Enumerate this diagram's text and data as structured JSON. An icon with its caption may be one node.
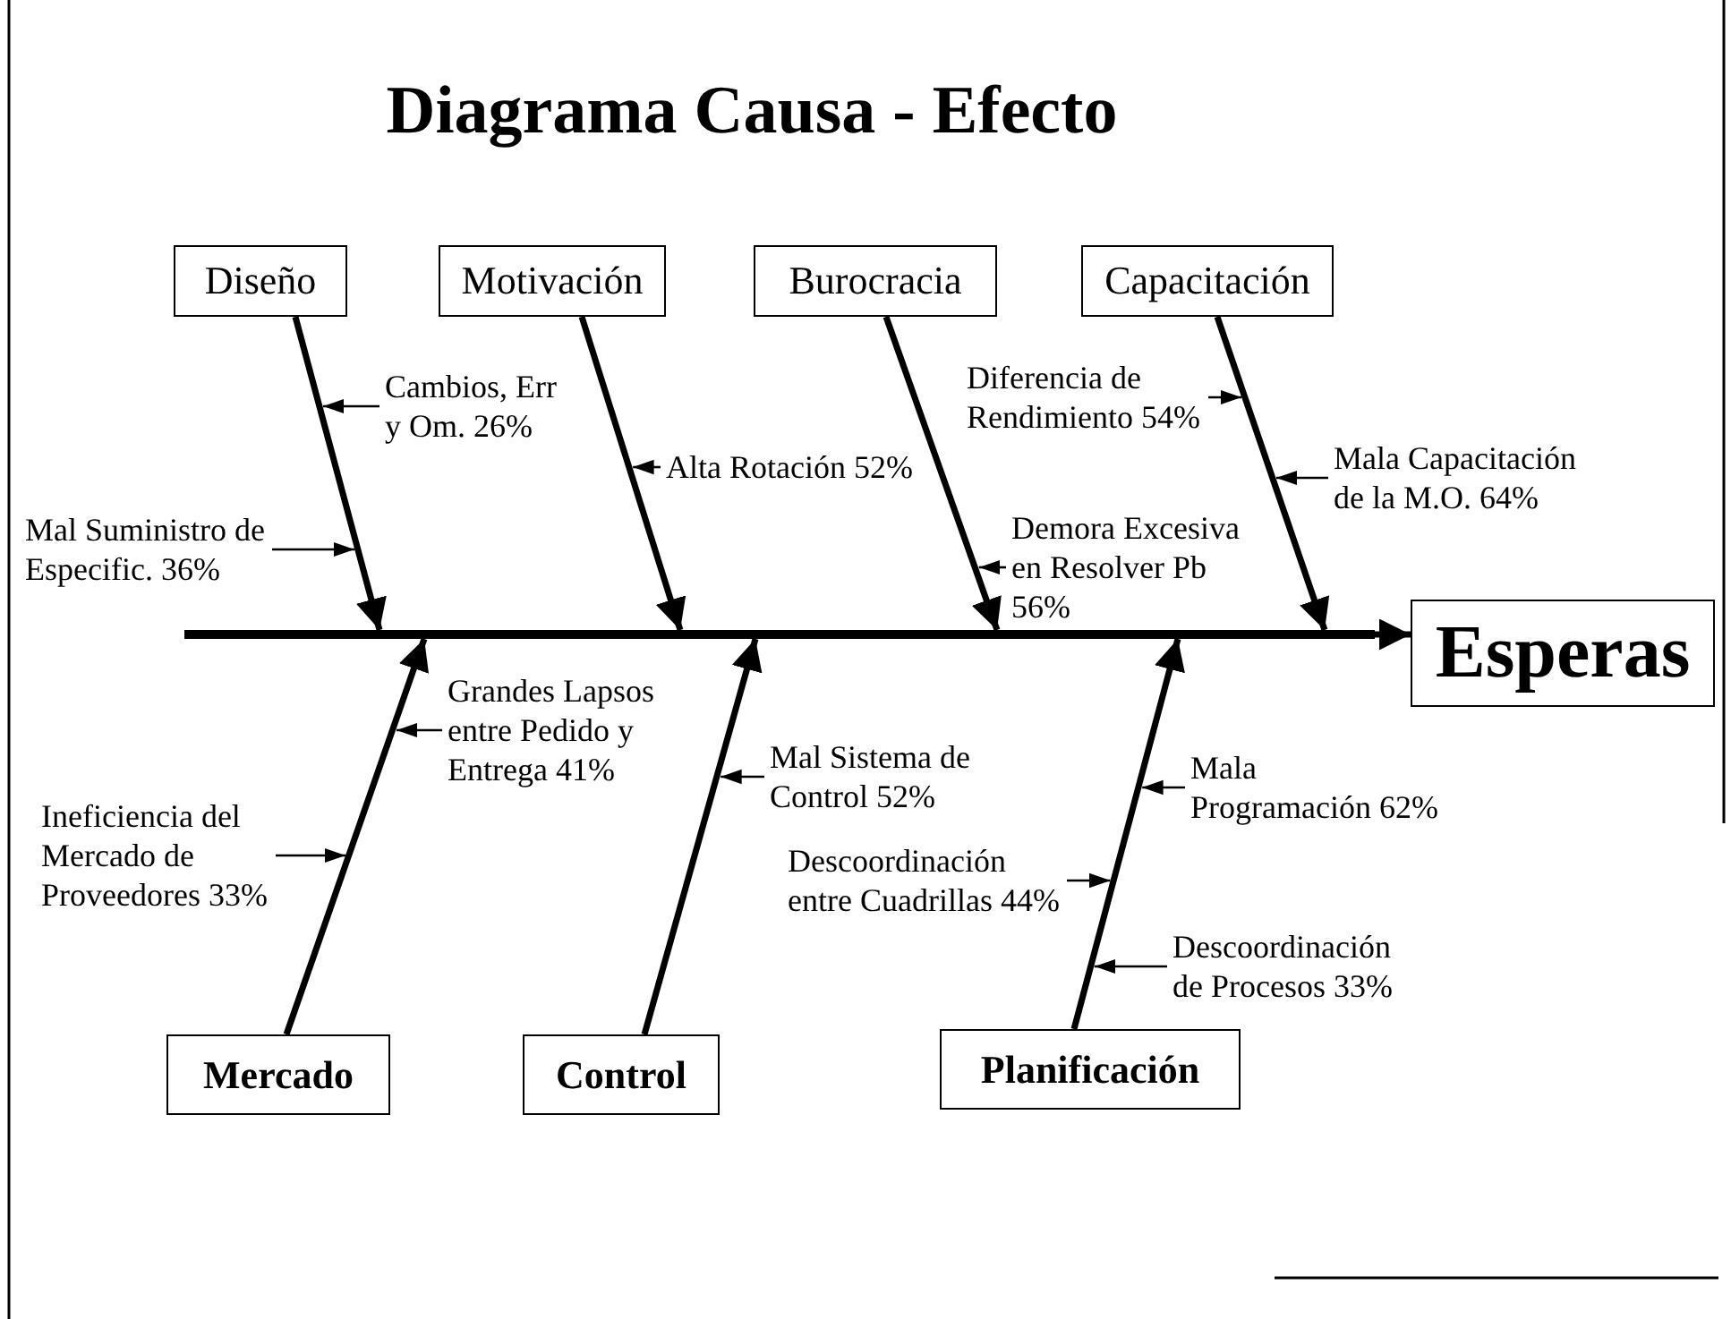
{
  "diagram": {
    "title": "Diagrama Causa - Efecto",
    "nodes": [
      {
        "text": [
          "Diseño"
        ]
      },
      {
        "text": [
          "Motivación"
        ]
      },
      {
        "text": [
          "Burocracia"
        ]
      },
      {
        "text": [
          "Capacitación"
        ]
      },
      {
        "text": [
          "Cambios, Err y Om. 26%"
        ]
      },
      {
        "text": [
          "Mal Suministro de Especific. 36%"
        ]
      },
      {
        "text": [
          "Alta Rotación 52%"
        ]
      },
      {
        "text": [
          "Diferencia de Rendimiento 54%"
        ]
      },
      {
        "text": [
          "Demora Excesiva en Resolver Pb 56%"
        ]
      },
      {
        "text": [
          "Mala Capacitación de la M.O. 64%"
        ]
      },
      {
        "text": [],
        "shape": "bar"
      },
      {
        "text": [
          "Esperas"
        ]
      },
      {
        "text": [
          "Grandes Lapsos entre Pedido y Entrega 41%"
        ]
      },
      {
        "text": [
          "Ineficiencia del Mercado de Proveedores 33%"
        ]
      },
      {
        "text": [
          "Mal Sistema de Control 52%"
        ]
      },
      {
        "text": [
          "Mala Programación 62%"
        ]
      },
      {
        "text": [
          "Descoordinación entre Cuadrillas 44%"
        ]
      },
      {
        "text": [
          "Descoordinación de Procesos 33%"
        ]
      },
      {
        "text": [
          "Mercado"
        ]
      },
      {
        "text": [
          "Control"
        ]
      },
      {
        "text": [
          "Planificación"
        ]
      }
    ],
    "edges": [
      {
        "from": 0,
        "to": 10,
        "arrow": "to",
        "style": "thick"
      },
      {
        "from": 1,
        "to": 10,
        "arrow": "to",
        "style": "thick"
      },
      {
        "from": 2,
        "to": 10,
        "arrow": "to",
        "style": "thick"
      },
      {
        "from": 3,
        "to": 10,
        "arrow": "to",
        "style": "thick"
      },
      {
        "from": 4,
        "to": null,
        "arrow": "to"
      },
      {
        "from": 5,
        "to": null,
        "arrow": "to"
      },
      {
        "from": 6,
        "to": null,
        "arrow": "to"
      },
      {
        "from": 7,
        "to": null,
        "arrow": "to"
      },
      {
        "from": 8,
        "to": null,
        "arrow": "to"
      },
      {
        "from": 9,
        "to": null,
        "arrow": "to"
      },
      {
        "from": 10,
        "to": 11,
        "arrow": "to",
        "style": "thick"
      },
      {
        "from": 12,
        "to": null,
        "arrow": "to"
      },
      {
        "from": 13,
        "to": null,
        "arrow": "to"
      },
      {
        "from": 14,
        "to": null,
        "arrow": "to"
      },
      {
        "from": 15,
        "to": null,
        "arrow": "to"
      },
      {
        "from": 16,
        "to": null,
        "arrow": "to"
      },
      {
        "from": 17,
        "to": null,
        "arrow": "to"
      },
      {
        "from": 18,
        "to": 10,
        "arrow": "to",
        "style": "thick"
      },
      {
        "from": 19,
        "to": 10,
        "arrow": "to",
        "style": "thick"
      },
      {
        "from": 20,
        "to": 10,
        "arrow": "to",
        "style": "thick"
      }
    ]
  }
}
